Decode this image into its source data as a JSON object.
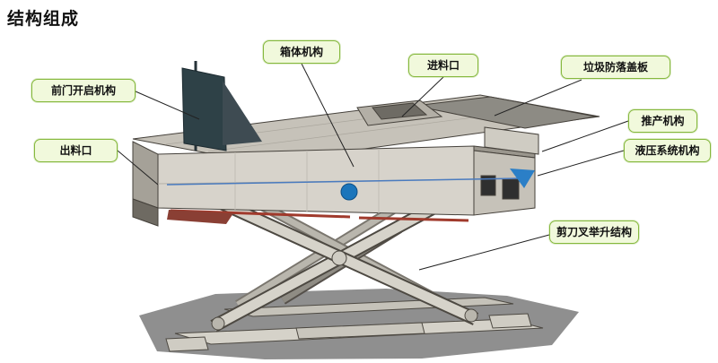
{
  "title": "结构组成",
  "labels": {
    "front_door_mechanism": "前门开启机构",
    "discharge_outlet": "出料口",
    "box_body_mechanism": "箱体机构",
    "feed_inlet": "进料口",
    "garbage_cover_plate": "垃圾防落盖板",
    "push_mechanism": "推产机构",
    "hydraulic_system": "液压系统机构",
    "scissor_lift_structure": "剪刀叉举升结构"
  },
  "colors": {
    "label_background": "#f1f9dc",
    "label_border": "#86b93e",
    "highlight_blue": "#1b75bb",
    "arrow_blue": "#2b7fc7",
    "accent_red": "#a03a2c",
    "metal_light": "#d6d3ca",
    "metal_dark": "#45413b",
    "shadow_grey": "#8f8f8f"
  }
}
